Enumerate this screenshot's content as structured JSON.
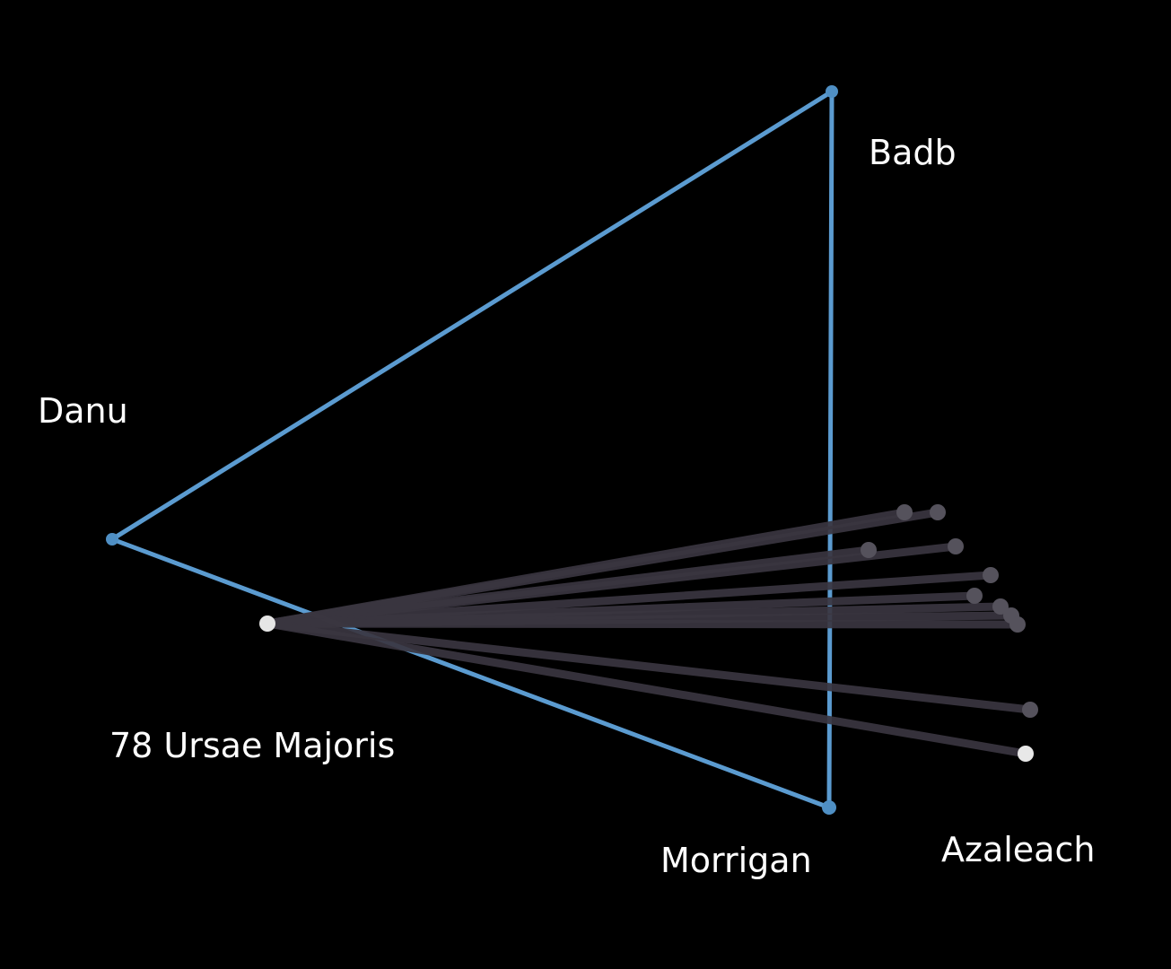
{
  "labels": {
    "badb": "Badb",
    "danu": "Danu",
    "ursae": "78 Ursae Majoris",
    "morrigan": "Morrigan",
    "azaleach": "Azaleach"
  },
  "colors": {
    "background": "#000000",
    "triangle": "#5b9bd0",
    "triangle_node": "#4f8fc4",
    "ray": "#3a3640",
    "ray_node": "#55525c",
    "center_node": "#e6e6e6",
    "highlight_node": "#e8e8e8",
    "label": "#ffffff"
  }
}
